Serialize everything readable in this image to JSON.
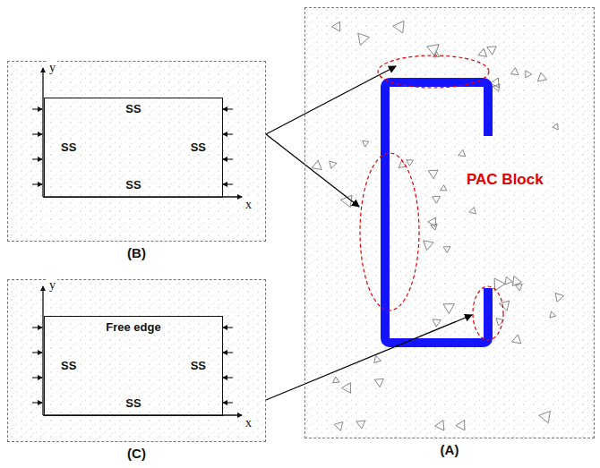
{
  "diagram": {
    "nodes": [
      {
        "text": [
          "(B)"
        ]
      },
      {
        "text": [
          "SS",
          "SS",
          "SS",
          "SS"
        ],
        "in": 0
      },
      {
        "text": [
          "(C)"
        ]
      },
      {
        "text": [
          "Free edge",
          "SS",
          "SS",
          "SS"
        ],
        "in": 2
      },
      {
        "text": [
          "PAC Block",
          "(A)"
        ]
      }
    ],
    "edges": [
      {
        "from": 0,
        "to": 4,
        "arrow": "to"
      },
      {
        "from": 0,
        "to": 4,
        "arrow": "to"
      },
      {
        "from": 2,
        "to": 4,
        "arrow": "to"
      }
    ],
    "labels": [
      "y",
      "x",
      "y",
      "x"
    ]
  }
}
